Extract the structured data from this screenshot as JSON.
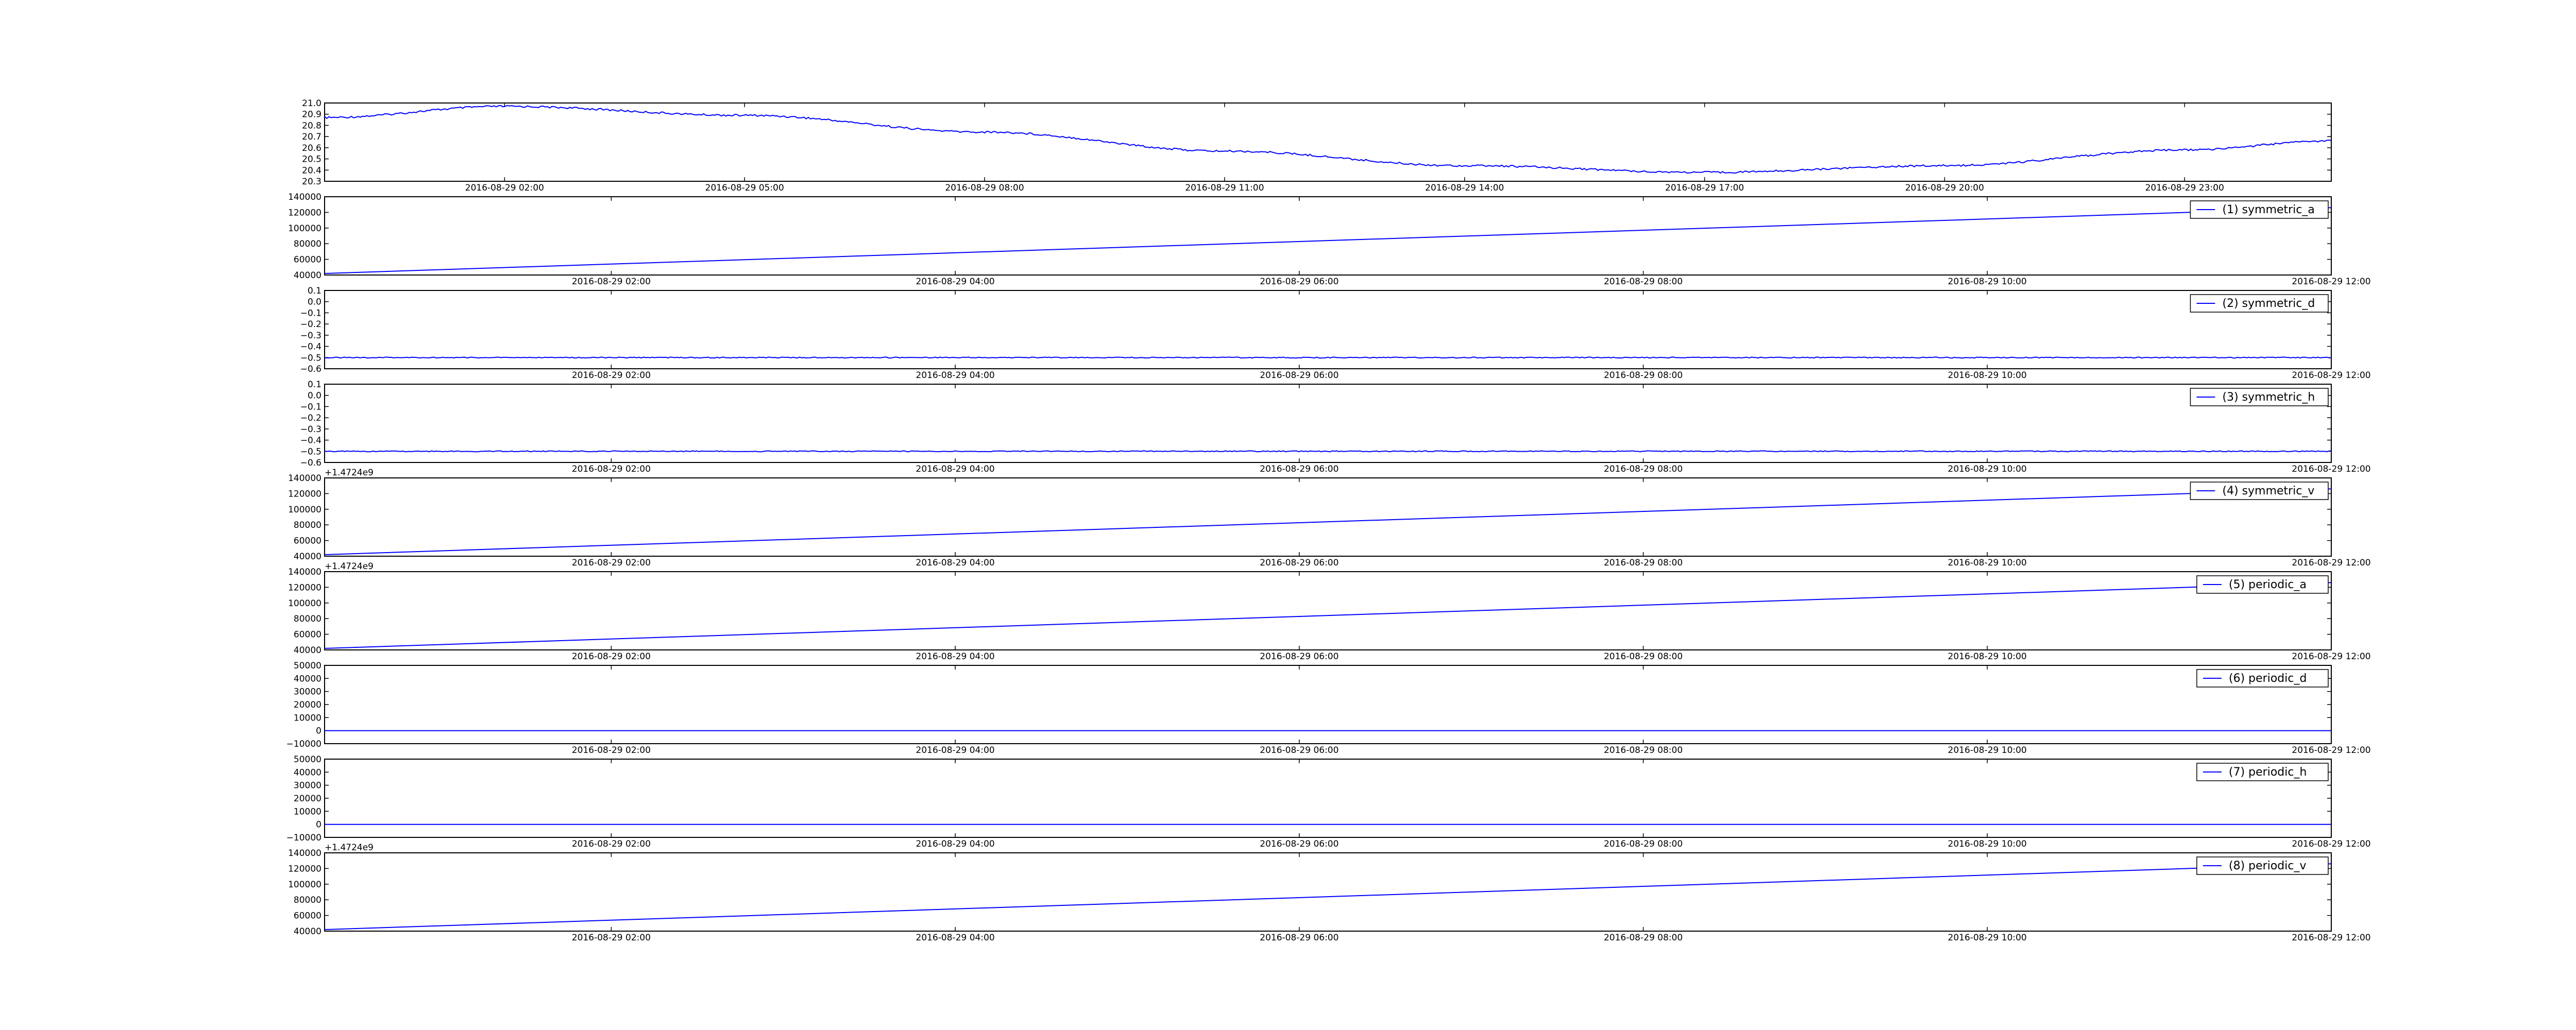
{
  "chart_data": [
    {
      "type": "line",
      "title": "",
      "xlabel": "",
      "ylabel": "",
      "x_axis": "datetime",
      "x_ticks": [
        "2016-08-29 02:00",
        "2016-08-29 05:00",
        "2016-08-29 08:00",
        "2016-08-29 11:00",
        "2016-08-29 14:00",
        "2016-08-29 17:00",
        "2016-08-29 20:00",
        "2016-08-29 23:00"
      ],
      "xlim": [
        "2016-08-28 23:45",
        "2016-08-30 00:50"
      ],
      "ylim": [
        20.3,
        21.0
      ],
      "y_ticks": [
        "20.3",
        "20.4",
        "20.5",
        "20.6",
        "20.7",
        "20.8",
        "20.9",
        "21.0"
      ],
      "legend": null,
      "series": [
        {
          "color": "#0000ff",
          "noisy": true,
          "x": [
            "2016-08-28 23:45",
            "2016-08-29 02:00",
            "2016-08-29 05:00",
            "2016-08-29 08:00",
            "2016-08-29 11:00",
            "2016-08-29 14:00",
            "2016-08-29 17:00",
            "2016-08-29 20:00",
            "2016-08-29 23:00",
            "2016-08-30 00:50"
          ],
          "values": [
            20.87,
            20.97,
            20.89,
            20.74,
            20.57,
            20.44,
            20.38,
            20.44,
            20.58,
            20.66
          ]
        }
      ]
    },
    {
      "type": "line",
      "title": "",
      "xlabel": "",
      "ylabel": "",
      "x_axis": "datetime",
      "x_ticks": [
        "2016-08-29 02:00",
        "2016-08-29 04:00",
        "2016-08-29 06:00",
        "2016-08-29 08:00",
        "2016-08-29 10:00",
        "2016-08-29 12:00"
      ],
      "xlim": [
        "2016-08-29 00:20",
        "2016-08-29 12:00"
      ],
      "ylim": [
        40000,
        140000
      ],
      "y_ticks": [
        "40000",
        "60000",
        "80000",
        "100000",
        "120000",
        "140000"
      ],
      "y_offset_label": "",
      "legend": {
        "position": "top-right",
        "labels": [
          "(1) symmetric_a"
        ]
      },
      "series": [
        {
          "name": "(1) symmetric_a",
          "color": "#0000ff",
          "x": [
            "2016-08-29 00:20",
            "2016-08-29 12:00"
          ],
          "values": [
            42000,
            126000
          ]
        }
      ]
    },
    {
      "type": "line",
      "title": "",
      "xlabel": "",
      "ylabel": "",
      "x_axis": "datetime",
      "x_ticks": [
        "2016-08-29 02:00",
        "2016-08-29 04:00",
        "2016-08-29 06:00",
        "2016-08-29 08:00",
        "2016-08-29 10:00",
        "2016-08-29 12:00"
      ],
      "xlim": [
        "2016-08-29 00:20",
        "2016-08-29 12:00"
      ],
      "ylim": [
        -0.6,
        0.1
      ],
      "y_ticks": [
        "−0.6",
        "−0.5",
        "−0.4",
        "−0.3",
        "−0.2",
        "−0.1",
        "0.0",
        "0.1"
      ],
      "y_offset_label": "",
      "legend": {
        "position": "top-right",
        "labels": [
          "(2) symmetric_d"
        ]
      },
      "series": [
        {
          "name": "(2) symmetric_d",
          "color": "#0000ff",
          "noisy": true,
          "x": [
            "2016-08-29 00:20",
            "2016-08-29 12:00"
          ],
          "values": [
            -0.5,
            -0.5
          ]
        }
      ]
    },
    {
      "type": "line",
      "title": "",
      "xlabel": "",
      "ylabel": "",
      "x_axis": "datetime",
      "x_ticks": [
        "2016-08-29 02:00",
        "2016-08-29 04:00",
        "2016-08-29 06:00",
        "2016-08-29 08:00",
        "2016-08-29 10:00",
        "2016-08-29 12:00"
      ],
      "xlim": [
        "2016-08-29 00:20",
        "2016-08-29 12:00"
      ],
      "ylim": [
        -0.6,
        0.1
      ],
      "y_ticks": [
        "−0.6",
        "−0.5",
        "−0.4",
        "−0.3",
        "−0.2",
        "−0.1",
        "0.0",
        "0.1"
      ],
      "y_offset_label": "",
      "legend": {
        "position": "top-right",
        "labels": [
          "(3) symmetric_h"
        ]
      },
      "series": [
        {
          "name": "(3) symmetric_h",
          "color": "#0000ff",
          "noisy": true,
          "x": [
            "2016-08-29 00:20",
            "2016-08-29 12:00"
          ],
          "values": [
            -0.5,
            -0.5
          ]
        }
      ]
    },
    {
      "type": "line",
      "title": "",
      "xlabel": "",
      "ylabel": "",
      "x_axis": "datetime",
      "x_ticks": [
        "2016-08-29 02:00",
        "2016-08-29 04:00",
        "2016-08-29 06:00",
        "2016-08-29 08:00",
        "2016-08-29 10:00",
        "2016-08-29 12:00"
      ],
      "xlim": [
        "2016-08-29 00:20",
        "2016-08-29 12:00"
      ],
      "ylim": [
        40000,
        140000
      ],
      "y_ticks": [
        "40000",
        "60000",
        "80000",
        "100000",
        "120000",
        "140000"
      ],
      "y_offset_label": "+1.4724e9",
      "legend": {
        "position": "top-right",
        "labels": [
          "(4) symmetric_v"
        ]
      },
      "series": [
        {
          "name": "(4) symmetric_v",
          "color": "#0000ff",
          "x": [
            "2016-08-29 00:20",
            "2016-08-29 12:00"
          ],
          "values": [
            42000,
            126000
          ]
        }
      ]
    },
    {
      "type": "line",
      "title": "",
      "xlabel": "",
      "ylabel": "",
      "x_axis": "datetime",
      "x_ticks": [
        "2016-08-29 02:00",
        "2016-08-29 04:00",
        "2016-08-29 06:00",
        "2016-08-29 08:00",
        "2016-08-29 10:00",
        "2016-08-29 12:00"
      ],
      "xlim": [
        "2016-08-29 00:20",
        "2016-08-29 12:00"
      ],
      "ylim": [
        40000,
        140000
      ],
      "y_ticks": [
        "40000",
        "60000",
        "80000",
        "100000",
        "120000",
        "140000"
      ],
      "y_offset_label": "+1.4724e9",
      "legend": {
        "position": "top-right",
        "labels": [
          "(5) periodic_a"
        ]
      },
      "series": [
        {
          "name": "(5) periodic_a",
          "color": "#0000ff",
          "x": [
            "2016-08-29 00:20",
            "2016-08-29 12:00"
          ],
          "values": [
            42000,
            126000
          ]
        }
      ]
    },
    {
      "type": "line",
      "title": "",
      "xlabel": "",
      "ylabel": "",
      "x_axis": "datetime",
      "x_ticks": [
        "2016-08-29 02:00",
        "2016-08-29 04:00",
        "2016-08-29 06:00",
        "2016-08-29 08:00",
        "2016-08-29 10:00",
        "2016-08-29 12:00"
      ],
      "xlim": [
        "2016-08-29 00:20",
        "2016-08-29 12:00"
      ],
      "ylim": [
        -10000,
        50000
      ],
      "y_ticks": [
        "−10000",
        "0",
        "10000",
        "20000",
        "30000",
        "40000",
        "50000"
      ],
      "y_offset_label": "",
      "legend": {
        "position": "top-right",
        "labels": [
          "(6) periodic_d"
        ]
      },
      "series": [
        {
          "name": "(6) periodic_d",
          "color": "#0000ff",
          "x": [
            "2016-08-29 00:20",
            "2016-08-29 12:00"
          ],
          "values": [
            0,
            0
          ]
        }
      ]
    },
    {
      "type": "line",
      "title": "",
      "xlabel": "",
      "ylabel": "",
      "x_axis": "datetime",
      "x_ticks": [
        "2016-08-29 02:00",
        "2016-08-29 04:00",
        "2016-08-29 06:00",
        "2016-08-29 08:00",
        "2016-08-29 10:00",
        "2016-08-29 12:00"
      ],
      "xlim": [
        "2016-08-29 00:20",
        "2016-08-29 12:00"
      ],
      "ylim": [
        -10000,
        50000
      ],
      "y_ticks": [
        "−10000",
        "0",
        "10000",
        "20000",
        "30000",
        "40000",
        "50000"
      ],
      "y_offset_label": "",
      "legend": {
        "position": "top-right",
        "labels": [
          "(7) periodic_h"
        ]
      },
      "series": [
        {
          "name": "(7) periodic_h",
          "color": "#0000ff",
          "x": [
            "2016-08-29 00:20",
            "2016-08-29 12:00"
          ],
          "values": [
            0,
            0
          ]
        }
      ]
    },
    {
      "type": "line",
      "title": "",
      "xlabel": "",
      "ylabel": "",
      "x_axis": "datetime",
      "x_ticks": [
        "2016-08-29 02:00",
        "2016-08-29 04:00",
        "2016-08-29 06:00",
        "2016-08-29 08:00",
        "2016-08-29 10:00",
        "2016-08-29 12:00"
      ],
      "xlim": [
        "2016-08-29 00:20",
        "2016-08-29 12:00"
      ],
      "ylim": [
        40000,
        140000
      ],
      "y_ticks": [
        "40000",
        "60000",
        "80000",
        "100000",
        "120000",
        "140000"
      ],
      "y_offset_label": "+1.4724e9",
      "legend": {
        "position": "top-right",
        "labels": [
          "(8) periodic_v"
        ]
      },
      "series": [
        {
          "name": "(8) periodic_v",
          "color": "#0000ff",
          "x": [
            "2016-08-29 00:20",
            "2016-08-29 12:00"
          ],
          "values": [
            42000,
            126000
          ]
        }
      ]
    }
  ]
}
